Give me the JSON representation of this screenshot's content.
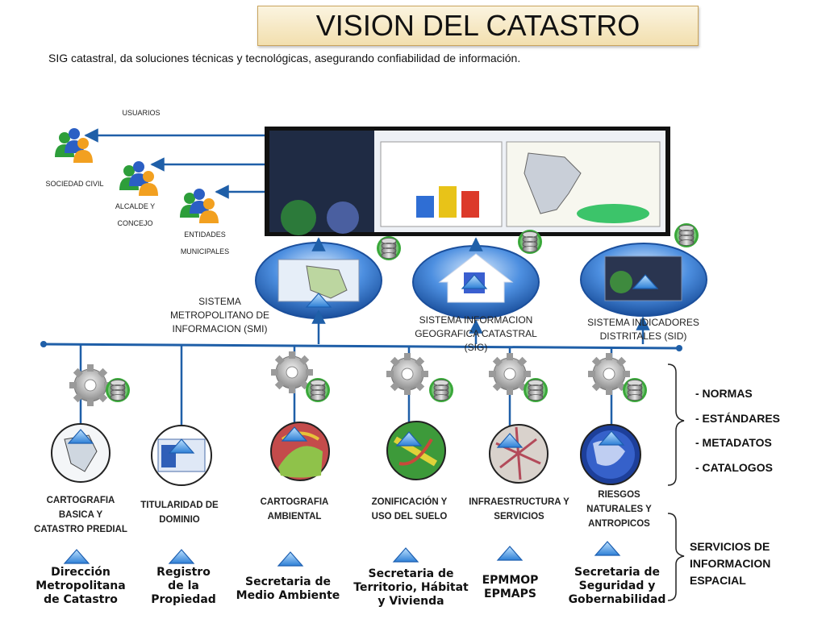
{
  "header": {
    "title": "VISION DEL CATASTRO",
    "subtitle": "SIG catastral, da soluciones técnicas y tecnológicas, asegurando confiabilidad de información."
  },
  "users": {
    "heading": "USUARIOS",
    "groups": [
      "SOCIEDAD CIVIL",
      "ALCALDE Y",
      "CONCEJO",
      "ENTIDADES",
      "MUNICIPALES"
    ]
  },
  "systems": [
    {
      "line1": "SISTEMA",
      "line2": "METROPOLITANO DE",
      "line3": "INFORMACION (SMI)"
    },
    {
      "line1": "SISTEMA INFORMACION",
      "line2": "GEOGRAFICA CATASTRAL",
      "line3": "(SIG)"
    },
    {
      "line1": "SISTEMA INDICADORES",
      "line2": "DISTRITALES (SID)"
    }
  ],
  "categories": [
    {
      "lines": [
        "CARTOGRAFIA",
        "BASICA Y",
        "CATASTRO PREDIAL"
      ]
    },
    {
      "lines": [
        "TITULARIDAD DE",
        "DOMINIO"
      ]
    },
    {
      "lines": [
        "CARTOGRAFIA",
        "AMBIENTAL"
      ]
    },
    {
      "lines": [
        "ZONIFICACIÓN Y",
        "USO DEL SUELO"
      ]
    },
    {
      "lines": [
        "INFRAESTRUCTURA Y",
        "SERVICIOS"
      ]
    },
    {
      "lines": [
        "RIESGOS",
        "NATURALES Y",
        "ANTROPICOS"
      ]
    }
  ],
  "institutions": [
    {
      "lines": [
        "Dirección",
        "Metropolitana",
        "de Catastro"
      ]
    },
    {
      "lines": [
        "Registro",
        "de la",
        "Propiedad"
      ]
    },
    {
      "lines": [
        "Secretaria de",
        "Medio Ambiente"
      ]
    },
    {
      "lines": [
        "Secretaria de",
        "Territorio, Hábitat",
        "y Vivienda"
      ]
    },
    {
      "lines": [
        "EPMMOP",
        "EPMAPS"
      ]
    },
    {
      "lines": [
        "Secretaria de",
        "Seguridad y",
        "Gobernabilidad"
      ]
    }
  ],
  "standards": [
    "- NORMAS",
    "- ESTÁNDARES",
    "- METADATOS",
    "- CATALOGOS"
  ],
  "services": [
    "SERVICIOS DE",
    "INFORMACION",
    "ESPACIAL"
  ],
  "colors": {
    "accent_blue": "#1f5fa8",
    "title_bg": "#f2dfae",
    "ellipse_blue": "#2a6fc9"
  }
}
